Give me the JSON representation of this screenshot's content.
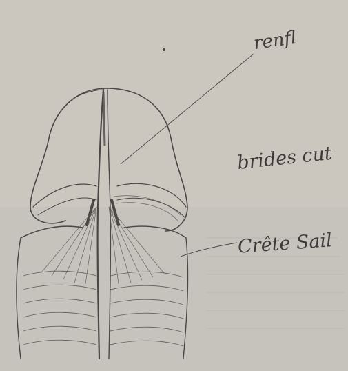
{
  "image": {
    "paper_color": "#c9c5bd",
    "pencil_color": "#4a4746",
    "annotations": [
      {
        "id": "upper-label",
        "text": "renfl"
      },
      {
        "id": "middle-label",
        "text": "brides cut"
      },
      {
        "id": "lower-label",
        "text": "Crête Sail"
      }
    ]
  }
}
